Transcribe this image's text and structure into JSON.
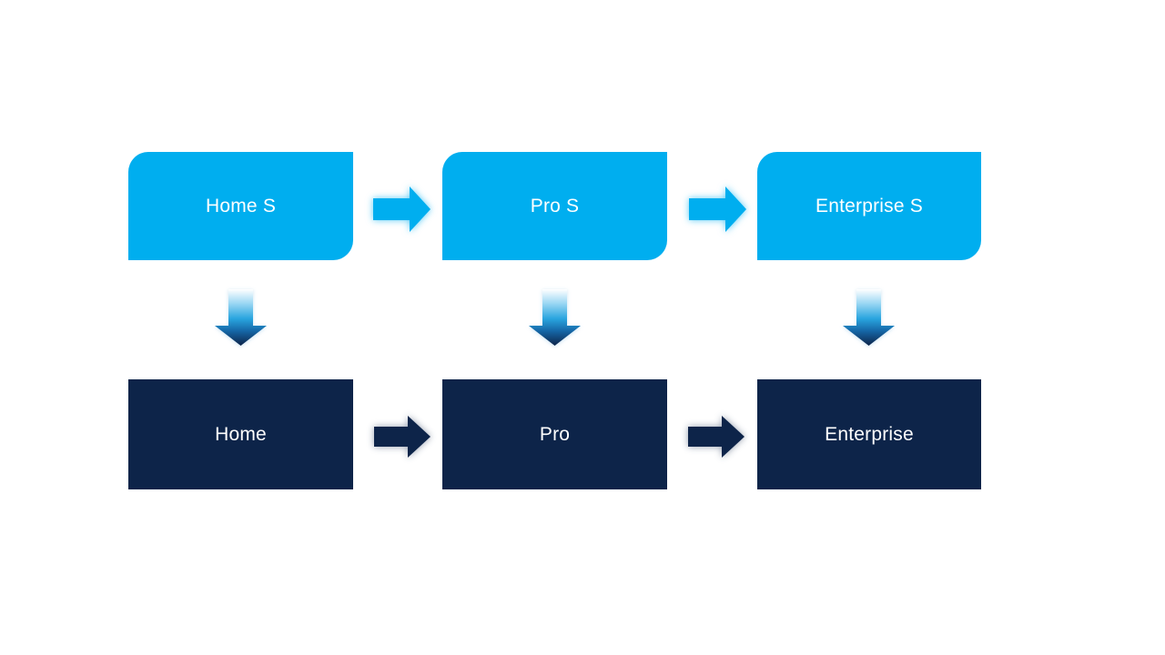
{
  "colors": {
    "canvas_background": "#FFFFFF",
    "top_box_fill": "#00AEEF",
    "bottom_box_fill": "#0D2449",
    "label_text": "#FFFFFF",
    "down_arrow_gradient": [
      "#FFFFFF",
      "#9BD7F3",
      "#29A5DF",
      "#1566A6",
      "#0D2449"
    ]
  },
  "diagram": {
    "top_row": {
      "items": [
        {
          "label": "Home S"
        },
        {
          "label": "Pro S"
        },
        {
          "label": "Enterprise S"
        }
      ]
    },
    "bottom_row": {
      "items": [
        {
          "label": "Home"
        },
        {
          "label": "Pro"
        },
        {
          "label": "Enterprise"
        }
      ]
    },
    "icons": {
      "horizontal_connector": "right-arrow-icon",
      "vertical_connector": "down-arrow-icon"
    }
  }
}
